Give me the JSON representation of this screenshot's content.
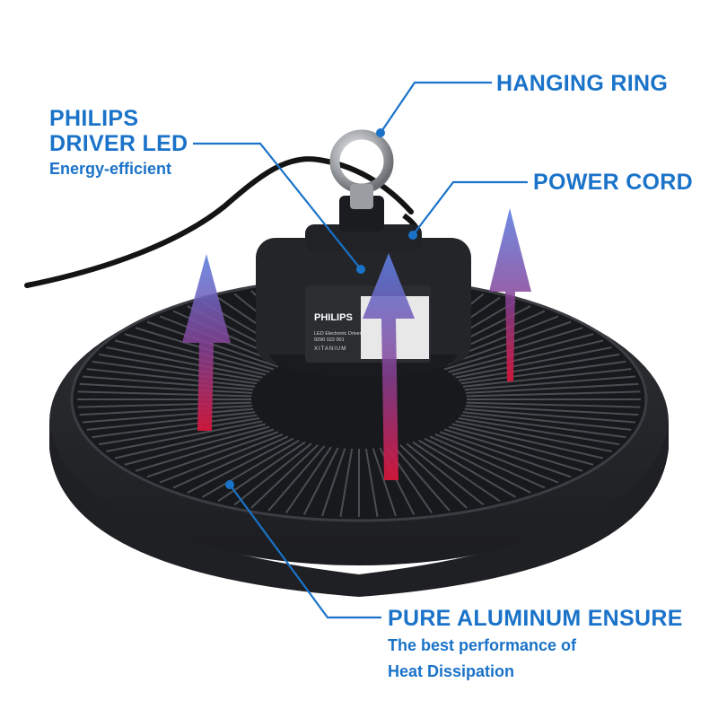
{
  "product": {
    "driver_brand_print": "PHILIPS",
    "driver_line_1": "LED Electronic Driver",
    "driver_line_2": "9290 022 001",
    "driver_line_3": "XITANIUM"
  },
  "callouts": {
    "hanging_ring": "HANGING RING",
    "philips_line1": "PHILIPS",
    "philips_line2": "DRIVER LED",
    "philips_sub": "Energy-efficient",
    "power_cord": "POWER CORD",
    "aluminum_title": "PURE ALUMINUM ENSURE",
    "aluminum_sub1": "The best performance of",
    "aluminum_sub2": "Heat Dissipation"
  },
  "colors": {
    "callout_blue": "#1a73c9",
    "housing": "#26282c",
    "arrow_top": "#4d6fd6",
    "arrow_bottom": "#d0203a"
  }
}
